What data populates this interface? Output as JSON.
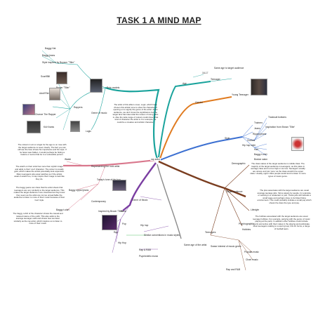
{
  "title": "TASK 1 A MIND MAP",
  "center": "rap artist",
  "colors": {
    "teal": "#1aa39c",
    "orange": "#e07b20",
    "blue": "#3b6fd1",
    "pink": "#d9788d",
    "purple": "#7b3fa2",
    "brown": "#7a3d1f",
    "green": "#2fb24a",
    "grey": "#8a8a8a"
  },
  "branches": {
    "role_models": {
      "label": "Role models",
      "items": [
        "Baggy Hat",
        "Baggy jeans",
        "Style inspired by Boyson \"Tiller\"",
        "Scarf/Bill",
        "Brown \"Tiller\"",
        "Adolf Rinsky",
        "Chance The Rapper",
        "Rappers",
        "Genre of music",
        "Kid Kranis",
        "Logic"
      ],
      "paragraph": "The artist of this album cover, Logic, which have chosen this artistic tone to show his character of opening on to signify the genre of the artist. As an audience, we don't know the significance but the target fans has idea what the reason of using pairs is. Also the wide range of colours could show what kind of character the artist is. For example, he could be a creative and artistic character."
    },
    "age": {
      "label": "Age",
      "items": [
        "Teenager",
        "16-17",
        "Same age to target audience"
      ]
    },
    "gender": {
      "label": "Gender",
      "items": [
        "Young Teenager"
      ]
    },
    "style": {
      "label": "Style",
      "items": [
        "Trainers",
        "Jeans",
        "Ripped jeans",
        "Clothes",
        "Hip hop style",
        "Hair",
        "Baggy t-shirt",
        "Boston salon",
        "Tracksuit bottoms",
        "Inspiration from Brown 'Tiller'"
      ]
    },
    "target_audience": {
      "label": "Target audience",
      "items": [
        "Demographic",
        "Lifestyle",
        "Psychographic",
        "Teenagers",
        "Hobbies",
        "Swear interest of music genre",
        "Popular music",
        "Chart music",
        "Rap and R&B"
      ],
      "paragraphs": [
        "The class status of the target audience is middle class. The majority of the target audience is teenagers, as this place in average class and not too high or too low. Teenagers usually are unsure and join 'pure' as the class wouldn't be upper class. Usually, upper class people would tend to listen to more types of music genre.",
        "The plus associates with the target audience are usual average teenage jobs. Since assets by people, for example, or working in a restaurant or pub. These jobs will indicate a small wage and perhaps close to its linked living environment. This could probably indicate a small pay which shows the class the type and pay.",
        "The hobbies associated with the target audience are usual teenage hobbies. For example, partying with the genre of music playing at the party. In addition other hobbies could include sports and active with their mates in the playing and participate. Most teenagers relating to a sport group, this for focus, a range of football team."
      ]
    },
    "represent": {
      "label": "Representing the rock artist",
      "items": [
        "Watch",
        "Today's tone of hip hop",
        "Baggy ripped jeans",
        "Contemporary",
        "Baggy t-shirt"
      ],
      "paragraphs": [
        "The colours in art on single for the age to on rose with the target audience to seem clearly. The fact you can still see the face shows his importance and his style. If he faces was hidden, it would perhaps be hiding a feature or secret that be to a vulnerable person.",
        "The watch on their wrist has more then stylish image and adds to their 'cool' character. The colour is usually gold, which makes the artists potentially look expensive. Many teenagers also wear watches so if the artists wears a watch too, it may inspire their image to look like they do.",
        "The baggy jeans can show that the artist shows that teenagers are very similarly to the target audience. This makes the target audience more interested as they know they seem as the artist are not too unreachable the audience to listen to more of their music because of their 'cool' style.",
        "The baggy t-shirt of the character shows the casual and relaxed nature of the outfit. This also adds to the average teenager outfit and shows how we listen similarly as the rap artist, which inspires us to listen to more of their music."
      ]
    },
    "genre": {
      "label": "Genre of Music",
      "items": [
        "Rock",
        "Pop",
        "Rap",
        "Hip Hop",
        "Inspired by Brown 'Tiller'",
        "Hip hop",
        "Rap & R&B"
      ],
      "linked": [
        "Similar conventions in music styles",
        "Psychedelic music"
      ]
    },
    "ethnicity": {
      "label": "Same age of the artist"
    }
  }
}
